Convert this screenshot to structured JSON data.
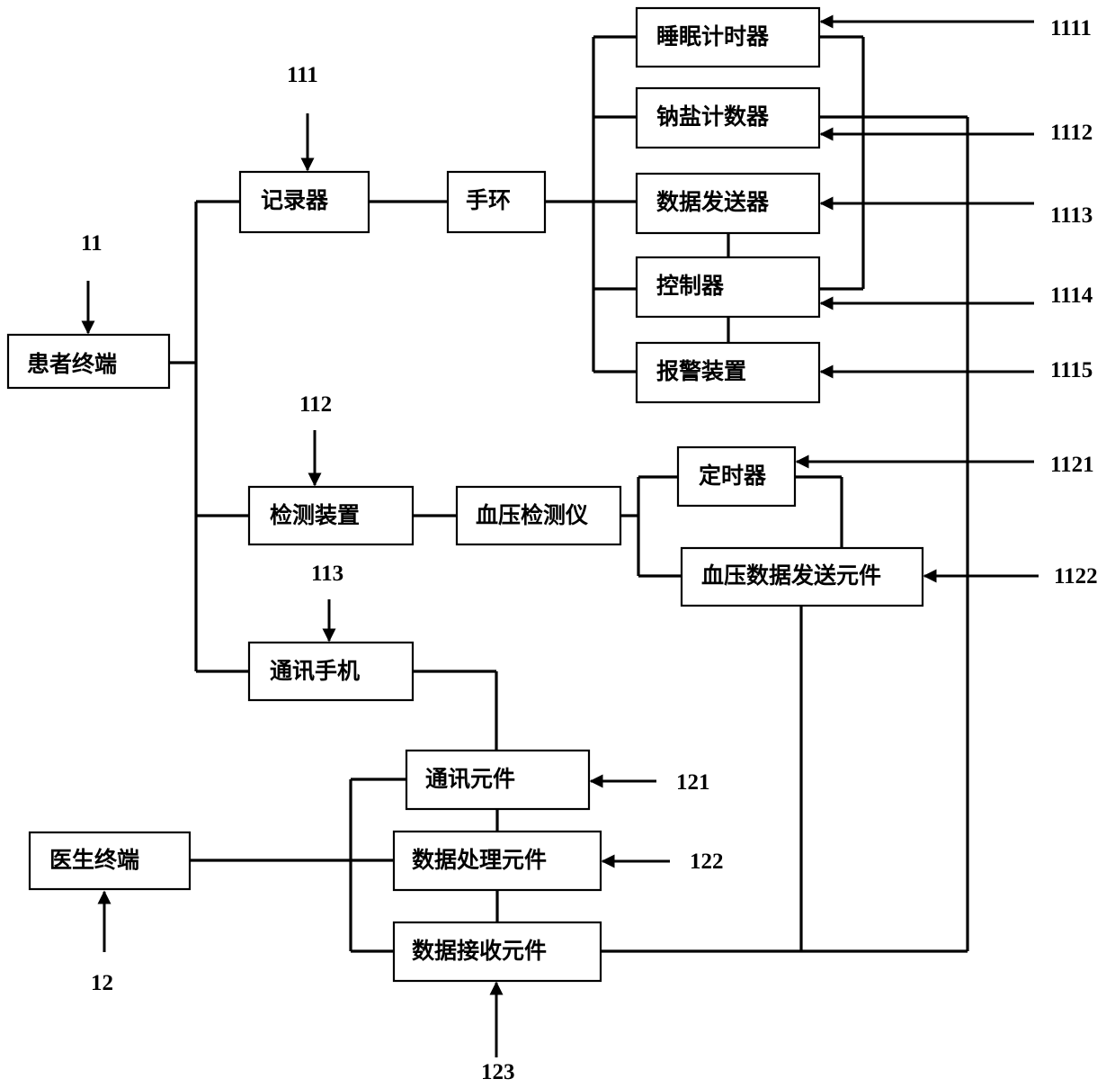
{
  "boxes": {
    "patient_terminal": "患者终端",
    "recorder": "记录器",
    "wristband": "手环",
    "sleep_timer": "睡眠计时器",
    "sodium_counter": "钠盐计数器",
    "data_sender": "数据发送器",
    "controller": "控制器",
    "alarm_device": "报警装置",
    "detection_device": "检测装置",
    "bp_monitor": "血压检测仪",
    "timer": "定时器",
    "bp_data_sender": "血压数据发送元件",
    "comm_phone": "通讯手机",
    "comm_component": "通讯元件",
    "data_processing": "数据处理元件",
    "data_receiving": "数据接收元件",
    "doctor_terminal": "医生终端"
  },
  "refs": {
    "r11": "11",
    "r111": "111",
    "r112": "112",
    "r113": "113",
    "r1111": "1111",
    "r1112": "1112",
    "r1113": "1113",
    "r1114": "1114",
    "r1115": "1115",
    "r1121": "1121",
    "r1122": "1122",
    "r121": "121",
    "r122": "122",
    "r123": "123",
    "r12": "12"
  }
}
